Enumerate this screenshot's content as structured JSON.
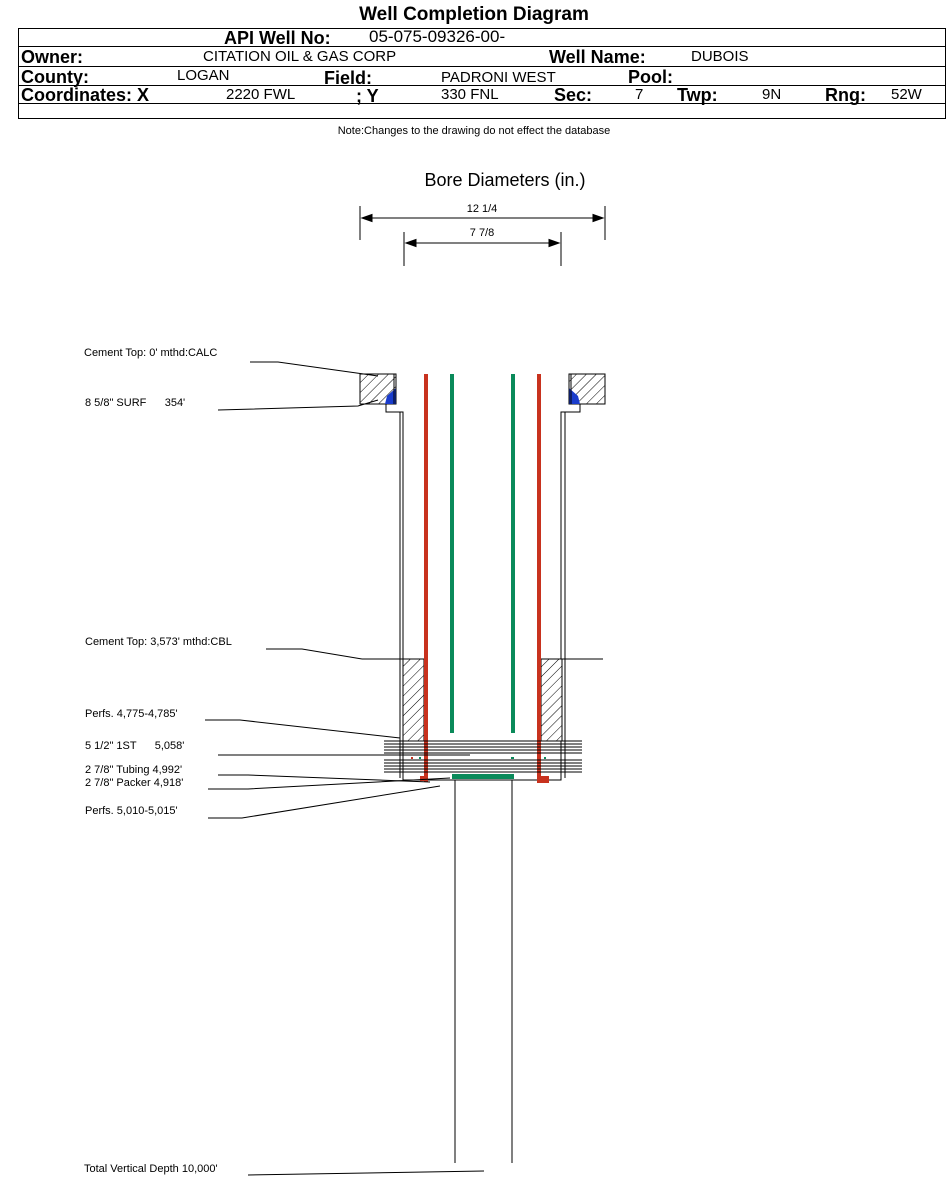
{
  "title": "Well Completion Diagram",
  "header": {
    "api_label": "API Well No:",
    "api_value": "05-075-09326-00-",
    "owner_label": "Owner:",
    "owner_value": "CITATION OIL & GAS CORP",
    "well_name_label": "Well Name:",
    "well_name_value": "DUBOIS",
    "county_label": "County:",
    "county_value": "LOGAN",
    "field_label": "Field:",
    "field_value": "PADRONI WEST",
    "pool_label": "Pool:",
    "pool_value": "",
    "coord_x_label": "Coordinates: X",
    "coord_x_value": "2220 FWL",
    "coord_y_label": "; Y",
    "coord_y_value": "330 FNL",
    "sec_label": "Sec:",
    "sec_value": "7",
    "twp_label": "Twp:",
    "twp_value": "9N",
    "rng_label": "Rng:",
    "rng_value": "52W"
  },
  "note": "Note:Changes to the drawing do not effect the database",
  "bore": {
    "title": "Bore Diameters (in.)",
    "outer": "12 1/4",
    "inner": "7 7/8"
  },
  "annotations": {
    "cement_top_surface": "Cement Top: 0' mthd:CALC",
    "surface_casing": "8 5/8\" SURF      354'",
    "cement_top_prod": "Cement Top: 3,573' mthd:CBL",
    "perfs_upper": "Perfs. 4,775-4,785'",
    "prod_casing": "5 1/2\" 1ST      5,058'",
    "tubing": "2 7/8\" Tubing 4,992'",
    "packer": "2 7/8\" Packer 4,918'",
    "perfs_lower": "Perfs. 5,010-5,015'",
    "tvd": "Total Vertical Depth 10,000'"
  },
  "colors": {
    "tubing_line": "#0a8a5a",
    "casing_line": "#c8321e",
    "cement_wedge": "#1a3ccc"
  }
}
